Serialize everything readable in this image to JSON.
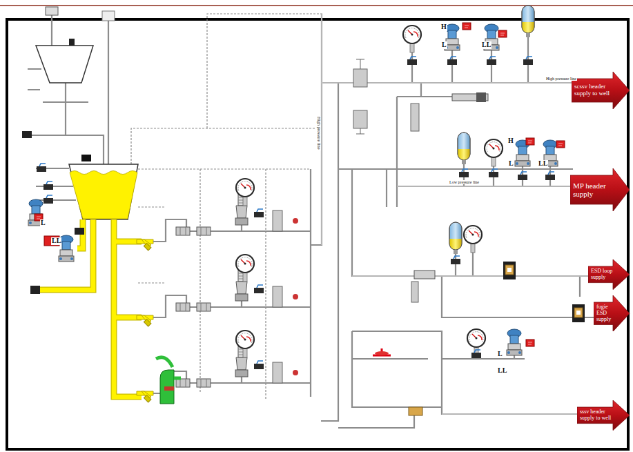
{
  "diagram": {
    "nodes": [
      {
        "text": [
          "scssv header supply to well"
        ]
      },
      {
        "text": [
          "MP header supply"
        ]
      },
      {
        "text": [
          "ESD loop supply"
        ]
      },
      {
        "text": [
          "fugie ESD supply"
        ]
      },
      {
        "text": [
          "sssv header supply to well"
        ]
      }
    ],
    "labels": [
      "H",
      "L",
      "LL",
      "High pressure line",
      "High pressure line",
      "H",
      "L",
      "LL",
      "Low pressure line",
      "L",
      "LL",
      "L",
      "LL"
    ]
  }
}
